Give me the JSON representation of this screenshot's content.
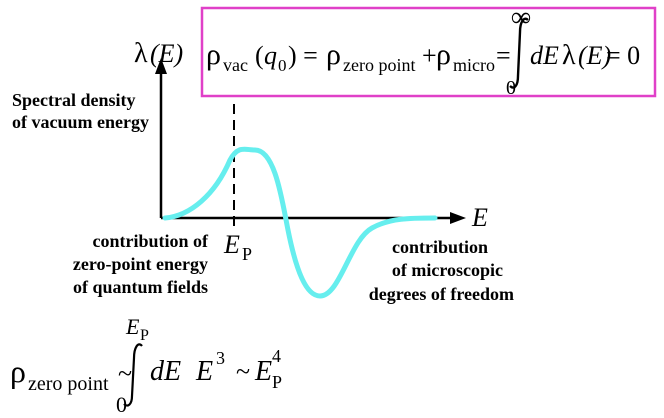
{
  "colors": {
    "curve": "#66eeee",
    "box_border": "#e040c8",
    "ink": "#000000"
  },
  "formula_box": {
    "rho_vac": "ρ",
    "vac_sub": "vac",
    "open_paren": "(",
    "q": "q",
    "q_sub": "0",
    "close_eq": ") = ",
    "rho_zp": "ρ",
    "zp_sub": "zero point",
    "plus": "+",
    "rho_micro": "ρ",
    "micro_sub": "micro",
    "eq": "=",
    "upper_limit": "∞",
    "lower_limit": "0",
    "dE": "dE",
    "lambda": "λ",
    "argE": "(E)",
    "equals_zero": " = 0"
  },
  "axes": {
    "y_label_lambda": "λ",
    "y_label_arg": "(E)",
    "x_label": "E"
  },
  "labels": {
    "spectral_line1": "Spectral density",
    "spectral_line2": "of vacuum energy",
    "planck_E": "E",
    "planck_sub": "P",
    "zp_line1": "contribution of",
    "zp_line2": "zero-point energy",
    "zp_line3": "of quantum fields",
    "micro_line1": "contribution",
    "micro_line2": "of microscopic",
    "micro_line3": "degrees of freedom"
  },
  "bottom_formula": {
    "rho": "ρ",
    "rho_sub": "zero point",
    "tilde1": "~",
    "upper_E": "E",
    "upper_sub": "P",
    "lower_limit": "0",
    "dE": "dE",
    "E": "E",
    "exp3": "3",
    "tilde2": "~",
    "EP": "E",
    "EP_sub": "P",
    "exp4": "4"
  }
}
